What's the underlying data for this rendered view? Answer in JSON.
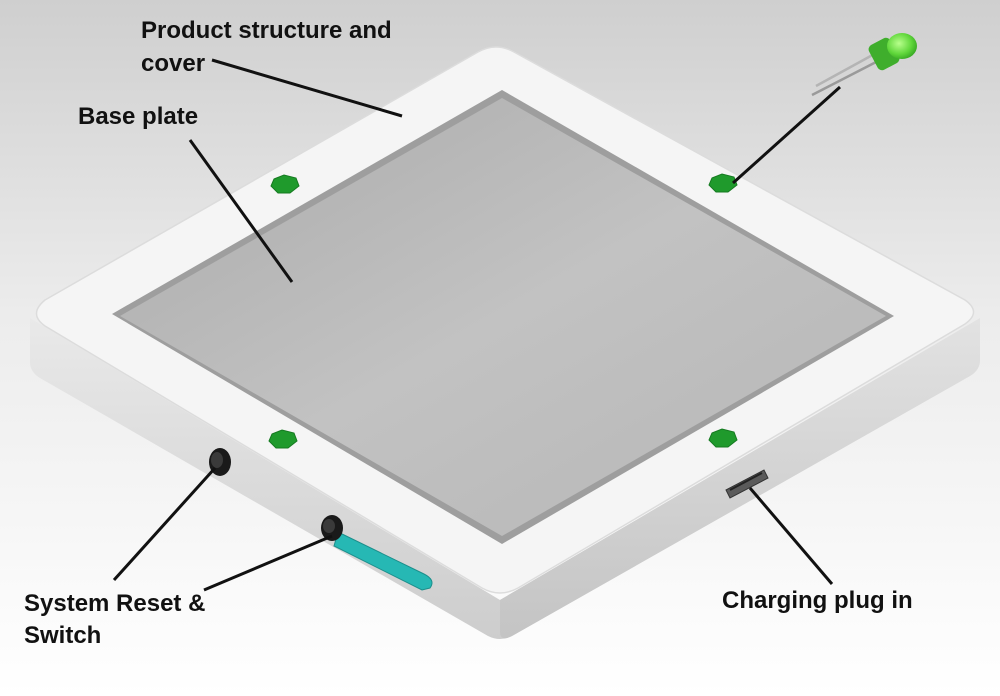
{
  "labels": {
    "product_structure_line1": "Product structure and",
    "product_structure_line2": "cover",
    "base_plate": "Base plate",
    "system_reset_line1": "System Reset &",
    "system_reset_line2": "Switch",
    "charging_plug": "Charging plug in"
  },
  "colors": {
    "frame": "#f4f4f4",
    "frame_side": "#d9d9d9",
    "base_plate": "#b8b8b8",
    "led_green": "#1f9a2c",
    "led_bulb": "#5fd63a",
    "switch_slot": "#26b8b4",
    "leader_line": "#111111"
  },
  "icons": {
    "led": "led-icon",
    "button": "push-button-icon",
    "usb_port": "usb-port-icon"
  }
}
